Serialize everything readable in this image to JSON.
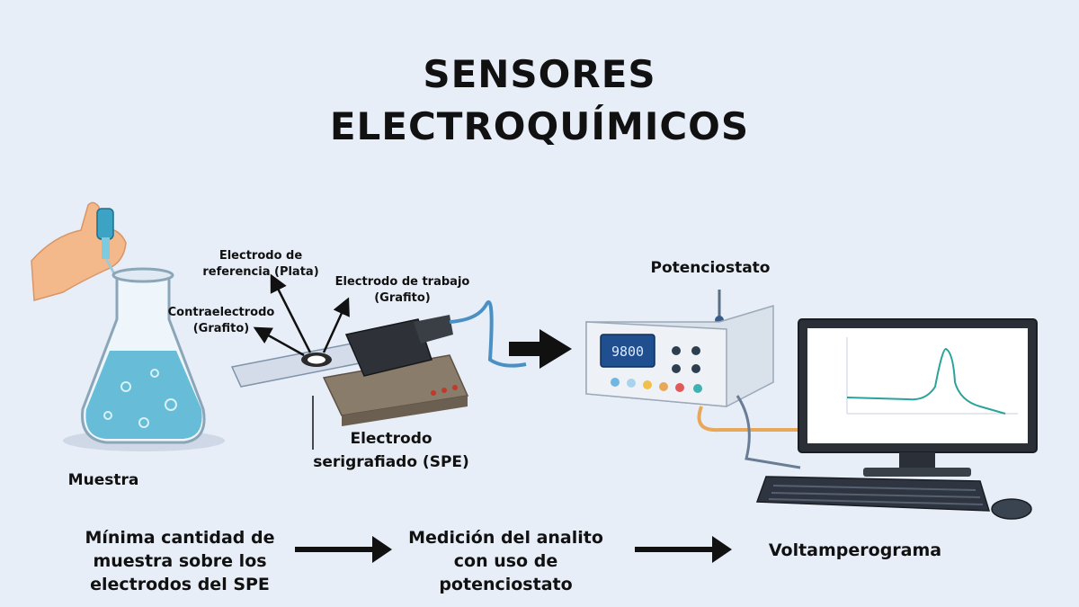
{
  "title": {
    "line1": "SENSORES",
    "line2": "ELECTROQUÍMICOS"
  },
  "labels": {
    "ref_electrode_1": "Electrodo de",
    "ref_electrode_2": "referencia (Plata)",
    "work_electrode_1": "Electrodo de trabajo",
    "work_electrode_2": "(Grafito)",
    "counter_electrode_1": "Contraelectrodo",
    "counter_electrode_2": "(Grafito)",
    "spe_1": "Electrodo",
    "spe_2": "serigrafiado (SPE)",
    "potentiostat": "Potenciostato",
    "sample": "Muestra"
  },
  "device": {
    "display_value": "9800"
  },
  "flow": {
    "step1_1": "Mínima cantidad de",
    "step1_2": "muestra sobre los",
    "step1_3": "electrodos del SPE",
    "step2_1": "Medición del analito",
    "step2_2": "con uso de",
    "step2_3": "potenciostato",
    "step3": "Voltamperograma"
  },
  "colors": {
    "background": "#e8eef8",
    "liquid": "#4fb3d0",
    "device_screen": "#1f4f8e",
    "curve": "#2aa39a"
  }
}
